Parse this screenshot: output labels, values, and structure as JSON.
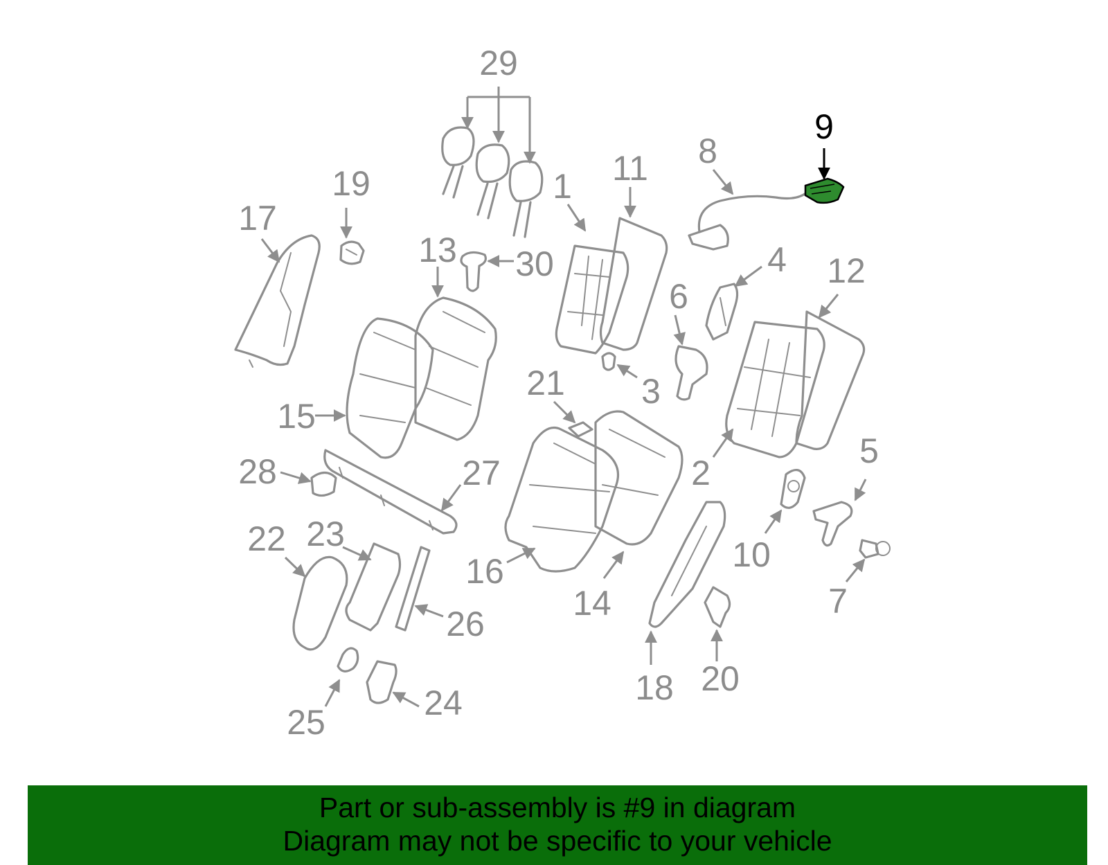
{
  "diagram": {
    "highlight_color": "#2e8b2e",
    "line_color": "#8e8e8e",
    "active_callout": "9",
    "callouts": {
      "c1": "1",
      "c2": "2",
      "c3": "3",
      "c4": "4",
      "c5": "5",
      "c6": "6",
      "c7": "7",
      "c8": "8",
      "c9": "9",
      "c10": "10",
      "c11": "11",
      "c12": "12",
      "c13": "13",
      "c14": "14",
      "c15": "15",
      "c16": "16",
      "c17": "17",
      "c18": "18",
      "c19": "19",
      "c20": "20",
      "c21": "21",
      "c22": "22",
      "c23": "23",
      "c24": "24",
      "c25": "25",
      "c26": "26",
      "c27": "27",
      "c28": "28",
      "c29": "29",
      "c30": "30"
    }
  },
  "banner": {
    "background": "#0a6e0a",
    "line1": "Part or sub-assembly is #9 in diagram",
    "line2": "Diagram may not be specific to your vehicle"
  }
}
